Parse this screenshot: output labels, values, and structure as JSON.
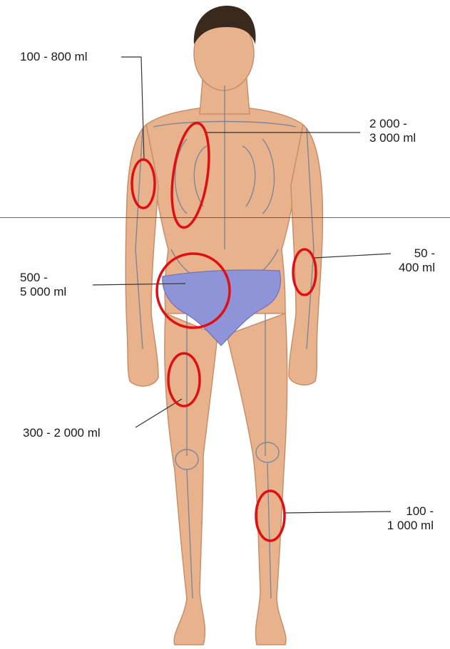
{
  "colors": {
    "skin": "#e8b28d",
    "skin_shadow": "#c98d6a",
    "hair": "#3a2a1e",
    "briefs": "#8f93d8",
    "skeleton_lines": "#6b7f9a",
    "highlight_circle": "#e01010",
    "leader_line": "#333333"
  },
  "labels": {
    "upper_arm": "100 - 800 ml",
    "chest": "2 000 -\n3 000 ml",
    "forearm": "50 -\n400 ml",
    "abdomen_pelvis": "500 -\n5 000 ml",
    "thigh": "300 - 2 000 ml",
    "lower_leg": "100 -\n1 000 ml"
  }
}
